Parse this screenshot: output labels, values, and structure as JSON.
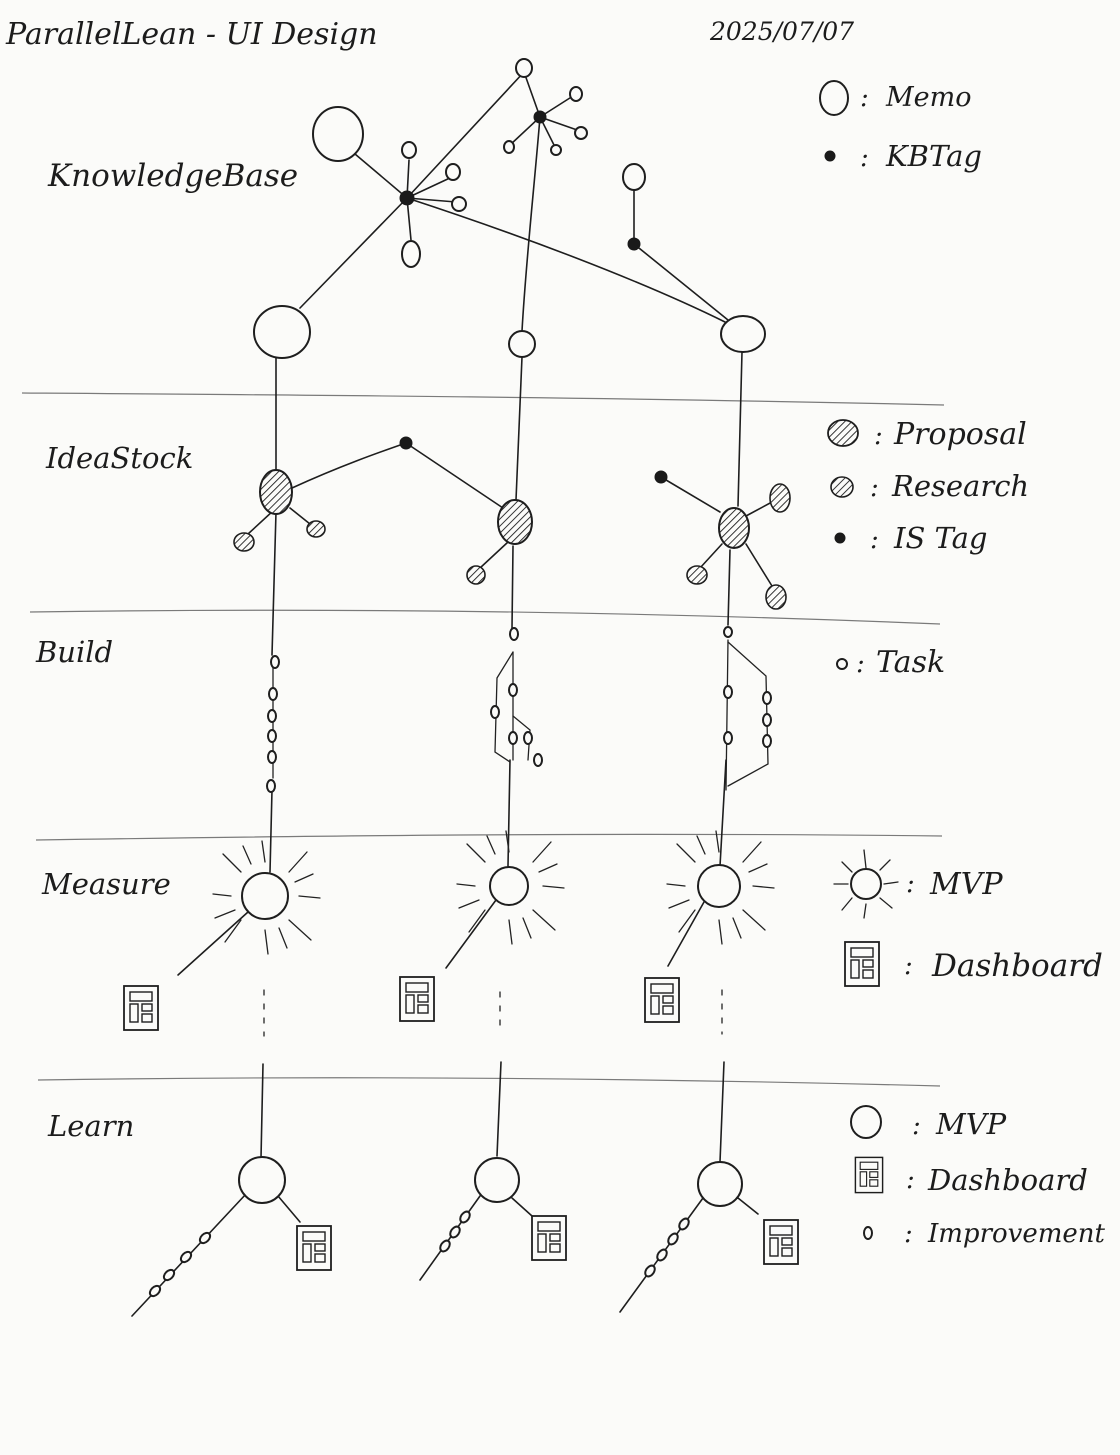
{
  "header": {
    "title": "ParallelLean - UI Design",
    "date": "2025/07/07"
  },
  "sections": {
    "knowledge_base": "KnowledgeBase",
    "idea_stock": "IdeaStock",
    "build": "Build",
    "measure": "Measure",
    "learn": "Learn"
  },
  "legend": {
    "knowledge_base": [
      {
        "label": "Memo",
        "icon": "memo-icon"
      },
      {
        "label": "KBTag",
        "icon": "kbtag-icon"
      }
    ],
    "idea_stock": [
      {
        "label": "Proposal",
        "icon": "proposal-icon"
      },
      {
        "label": "Research",
        "icon": "research-icon"
      },
      {
        "label": "IS Tag",
        "icon": "istag-icon"
      }
    ],
    "build": [
      {
        "label": "Task",
        "icon": "task-icon"
      }
    ],
    "measure": [
      {
        "label": "MVP",
        "icon": "mvp-burst-icon"
      },
      {
        "label": "Dashboard",
        "icon": "dashboard-icon"
      }
    ],
    "learn": [
      {
        "label": "MVP",
        "icon": "mvp-icon"
      },
      {
        "label": "Dashboard",
        "icon": "dashboard-icon"
      },
      {
        "label": "Improvement",
        "icon": "improvement-icon"
      }
    ]
  },
  "legend_separator": ":",
  "colors": {
    "ink": "#1e1e1e",
    "paper": "#fbfbf9",
    "separator": "#7a7a7a"
  }
}
